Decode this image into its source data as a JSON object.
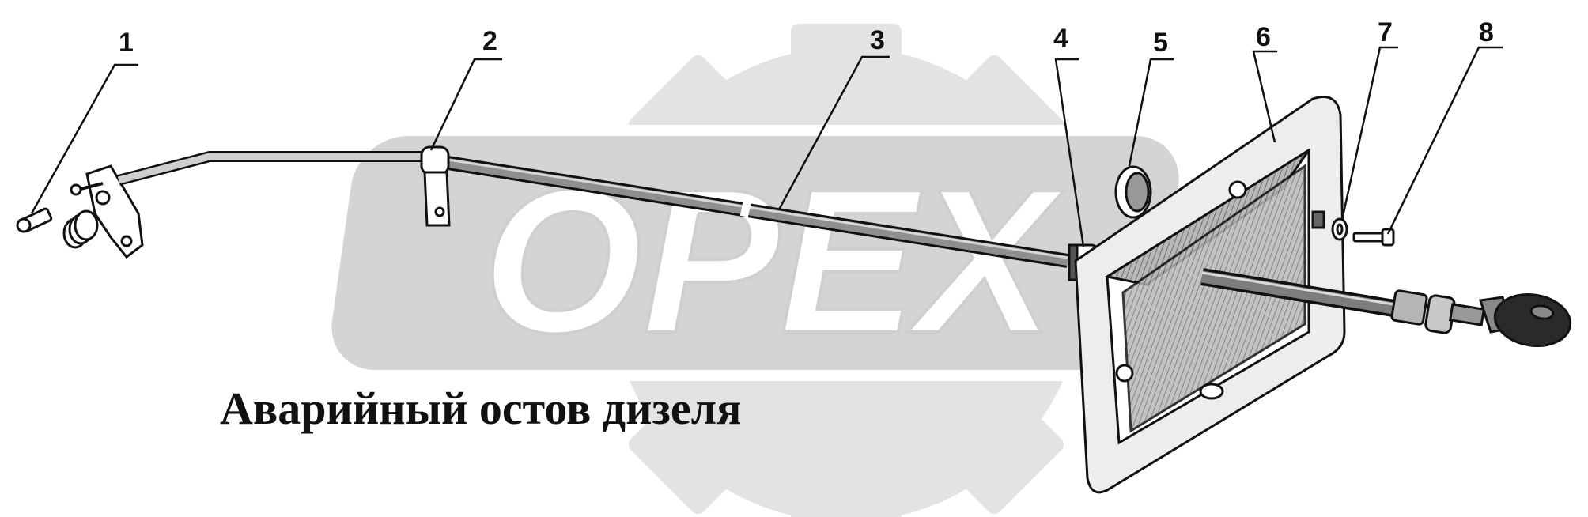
{
  "caption": "Аварийный остов дизеля",
  "watermark": {
    "text": "OPEX",
    "color": "#d9d9d9",
    "outline": "#ffffff"
  },
  "callouts": [
    "1",
    "2",
    "3",
    "4",
    "5",
    "6",
    "7",
    "8"
  ],
  "colors": {
    "line": "#111111",
    "panel_fill": "#ececec",
    "shade": "#9a9a9a"
  }
}
